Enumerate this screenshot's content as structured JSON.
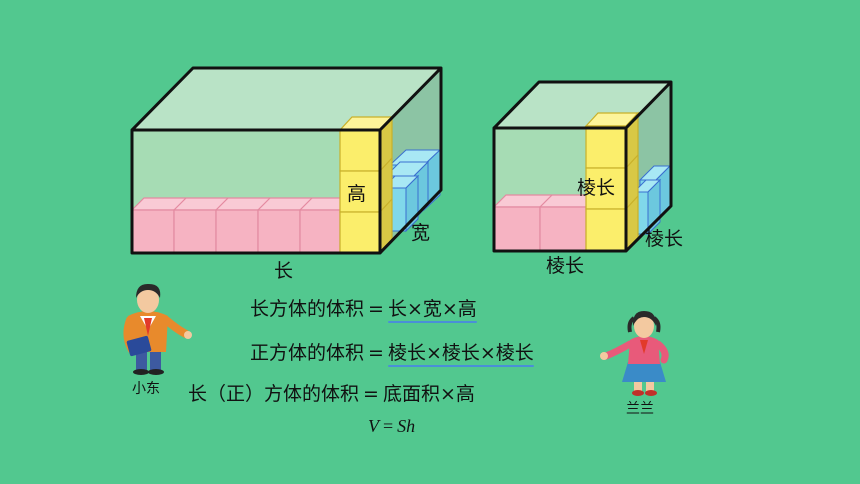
{
  "labels": {
    "cuboid_height": "高",
    "cuboid_width": "宽",
    "cuboid_length": "长",
    "cube_edge_front": "棱长",
    "cube_edge_side": "棱长",
    "cube_edge_bottom": "棱长"
  },
  "characters": {
    "boy_name": "小东",
    "girl_name": "兰兰"
  },
  "formulas": {
    "cuboid_left": "长方体的体积",
    "cuboid_eq": "=",
    "cuboid_right": "长×宽×高",
    "cube_left": "正方体的体积",
    "cube_eq": "=",
    "cube_right": "棱长×棱长×棱长",
    "general_left": "长（正）方体的体积",
    "general_eq": "=",
    "general_right": "底面积×高",
    "vsh_v": "V",
    "vsh_eq": "=",
    "vsh_sh": "Sh"
  },
  "colors": {
    "background": "#52c88f",
    "box_face": "#a6dcb4",
    "box_side": "#8cc4a4",
    "pink_cube": "#f6b3c2",
    "yellow_cube": "#fbee6b",
    "blue_cube": "#80d8ea",
    "underline": "#4a8fd8"
  }
}
